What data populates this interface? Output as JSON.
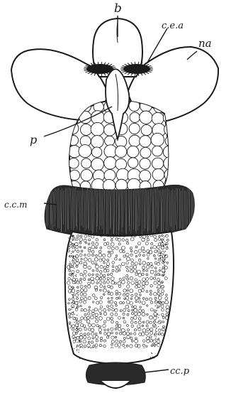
{
  "figure": {
    "labels": {
      "b": "b",
      "cea": "c.e.a",
      "na": "na",
      "p": "p",
      "ccm": "c.c.m",
      "ccp": "cc.p"
    }
  },
  "colors": {
    "ink": "#1a1a1a",
    "paper": "#ffffff"
  }
}
